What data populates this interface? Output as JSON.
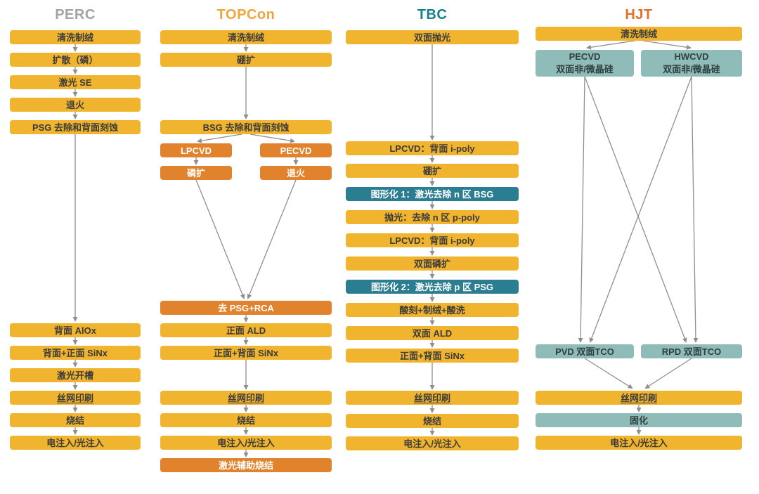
{
  "colors": {
    "yellow": "#F1B42F",
    "orange": "#E0832C",
    "teal": "#8FBBB8",
    "dark_teal": "#2B7D92",
    "arrow": "#8F8F8F",
    "perc_title": "#A3A3A3",
    "topcon_title": "#F0A43E",
    "tbc_title": "#16808C",
    "hjt_title": "#E2702B"
  },
  "perc": {
    "title": "PERC",
    "steps": [
      "清洗制绒",
      "扩散（磷）",
      "激光 SE",
      "退火",
      "PSG 去除和背面刻蚀",
      "背面 AlOx",
      "背面+正面 SiNx",
      "激光开槽",
      "丝网印刷",
      "烧结",
      "电注入/光注入"
    ]
  },
  "topcon": {
    "title": "TOPCon",
    "steps": [
      "清洗制绒",
      "硼扩",
      "BSG 去除和背面刻蚀",
      "LPCVD",
      "PECVD",
      "磷扩",
      "退火",
      "去 PSG+RCA",
      "正面 ALD",
      "正面+背面 SiNx",
      "丝网印刷",
      "烧结",
      "电注入/光注入",
      "激光辅助烧结"
    ]
  },
  "tbc": {
    "title": "TBC",
    "steps": [
      "双面抛光",
      "LPCVD：背面 i-poly",
      "硼扩",
      "图形化 1：激光去除 n 区 BSG",
      "抛光：去除 n 区 p-poly",
      "LPCVD：背面 i-poly",
      "双面磷扩",
      "图形化 2：激光去除 p 区 PSG",
      "酸刻+制绒+酸洗",
      "双面 ALD",
      "正面+背面 SiNx",
      "丝网印刷",
      "烧结",
      "电注入/光注入"
    ]
  },
  "hjt": {
    "title": "HJT",
    "steps": {
      "clean": "清洗制绒",
      "pecvd_line1": "PECVD",
      "pecvd_line2": "双面非/微晶硅",
      "hwcvd_line1": "HWCVD",
      "hwcvd_line2": "双面非/微晶硅",
      "pvd": "PVD 双面TCO",
      "rpd": "RPD 双面TCO",
      "screen_print": "丝网印刷",
      "cure": "固化",
      "injection": "电注入/光注入"
    }
  }
}
